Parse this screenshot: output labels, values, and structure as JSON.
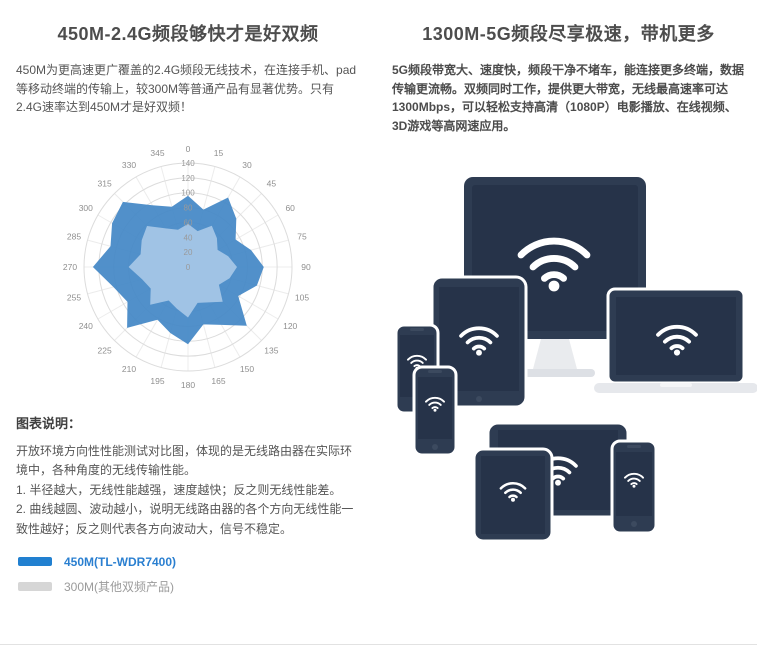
{
  "left": {
    "title": "450M-2.4G频段够快才是好双频",
    "intro": "450M为更高速更广覆盖的2.4G频段无线技术，在连接手机、pad等移动终端的传输上，较300M等普通产品有显著优势。只有2.4G速率达到450M才是好双频！",
    "note_title": "图表说明：",
    "note_body": "开放环境方向性性能测试对比图，体现的是无线路由器在实际环境中，各种角度的无线传输性能。\n1. 半径越大，无线性能越强，速度越快；反之则无线性能差。\n2. 曲线越圆、波动越小，说明无线路由器的各个方向无线性能一致性越好；反之则代表各方向波动大，信号不稳定。"
  },
  "right": {
    "title": "1300M-5G频段尽享极速，带机更多",
    "intro": "5G频段带宽大、速度快，频段干净不堵车，能连接更多终端，数据传输更流畅。双频同时工作，提供更大带宽，无线最高速率可达1300Mbps，可以轻松支持高清（1080P）电影播放、在线视频、3D游戏等高网速应用。"
  },
  "chart_data": {
    "type": "radar",
    "title": "开放环境方向性性能测试对比图",
    "angle_unit": "degrees",
    "angles_deg": [
      0,
      15,
      30,
      45,
      60,
      75,
      90,
      105,
      120,
      135,
      150,
      165,
      180,
      195,
      210,
      225,
      240,
      255,
      270,
      285,
      300,
      315,
      330,
      345
    ],
    "radial_ticks": [
      0,
      20,
      40,
      60,
      80,
      100,
      120,
      140
    ],
    "rmax": 140,
    "grid": true,
    "series": [
      {
        "name": "450M(TL-WDR7400)",
        "color": "#4287c5",
        "fill_opacity": 0.92,
        "values": [
          96,
          80,
          108,
          92,
          74,
          88,
          102,
          96,
          78,
          112,
          90,
          80,
          104,
          92,
          82,
          116,
          94,
          104,
          128,
          108,
          118,
          124,
          96,
          84
        ]
      },
      {
        "name": "300M(其他双频产品)",
        "color": "#a7c8e7",
        "fill_opacity": 0.92,
        "values": [
          58,
          50,
          64,
          55,
          46,
          56,
          66,
          58,
          48,
          66,
          55,
          50,
          68,
          58,
          52,
          72,
          58,
          64,
          80,
          66,
          72,
          78,
          60,
          52
        ]
      }
    ],
    "legend": [
      {
        "label": "450M(TL-WDR7400)",
        "color": "#2180d0"
      },
      {
        "label": "300M(其他双频产品)",
        "color": "#d6d6d6"
      }
    ],
    "legend_position": "below-chart-notes"
  },
  "colors": {
    "title_text": "#4d4d4d",
    "body_text": "#555555",
    "device_body": "#2e3c52",
    "device_screen": "#263349",
    "wifi_icon": "#ffffff",
    "stand_gray": "#e9ebee"
  },
  "icons": {
    "wifi": "wifi-icon"
  }
}
